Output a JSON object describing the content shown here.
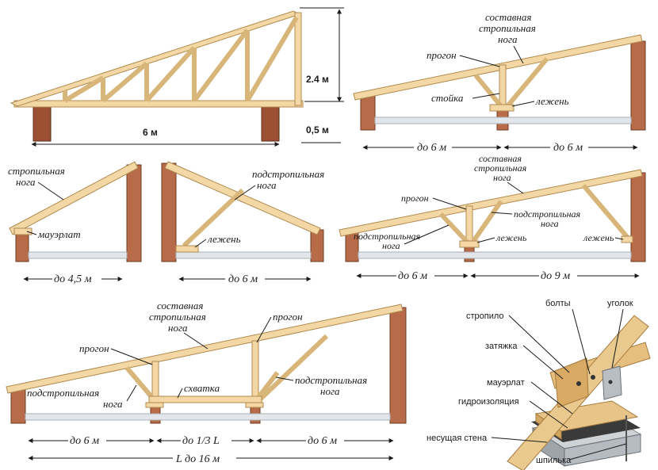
{
  "diagrams": {
    "truss": {
      "width_label": "6 м",
      "height_label": "2.4 м",
      "overhang_label": "0,5 м"
    },
    "double_span_top": {
      "label_rafter": "составная стропильная нога",
      "label_rafter_line1": "составная",
      "label_rafter_line2": "стропильная",
      "label_rafter_line3": "нога",
      "label_purlin": "прогон",
      "label_post": "стойка",
      "label_sill": "лежень",
      "span_left": "до 6 м",
      "span_right": "до 6 м"
    },
    "single_45": {
      "label_rafter_line1": "стропильная",
      "label_rafter_line2": "нога",
      "label_mauerlat": "мауэрлат",
      "span": "до 4,5 м"
    },
    "single_6": {
      "label_strut_line1": "подстропильная",
      "label_strut_line2": "нога",
      "label_sill": "лежень",
      "span": "до 6 м"
    },
    "double_span_9": {
      "label_rafter_line1": "составная",
      "label_rafter_line2": "стропильная",
      "label_rafter_line3": "нога",
      "label_purlin": "прогон",
      "label_strut_left_line1": "подстропильная",
      "label_strut_left_line2": "нога",
      "label_strut_right_line1": "подстропильная",
      "label_strut_right_line2": "нога",
      "label_sill_mid": "лежень",
      "label_sill_right": "лежень",
      "span_left": "до 6 м",
      "span_right": "до 9 м"
    },
    "triple_span": {
      "label_rafter_line1": "составная",
      "label_rafter_line2": "стропильная",
      "label_rafter_line3": "нога",
      "label_purlin_left": "прогон",
      "label_purlin_right": "прогон",
      "label_strut_left_line1": "подстропильная",
      "label_strut_left_line2": "нога",
      "label_strut_right_line1": "подстропильная",
      "label_strut_right_line2": "нога",
      "label_tie": "схватка",
      "span_left": "до 6 м",
      "span_mid": "до 1/3 L",
      "span_right": "до 6 м",
      "total": "L до 16 м"
    },
    "node_detail": {
      "label_rafter": "стропило",
      "label_bolts": "болты",
      "label_angle": "уголок",
      "label_tie": "затяжка",
      "label_mauerlat": "мауэрлат",
      "label_waterproofing": "гидроизоляция",
      "label_wall": "несущая стена",
      "label_stud": "шпилька"
    }
  }
}
